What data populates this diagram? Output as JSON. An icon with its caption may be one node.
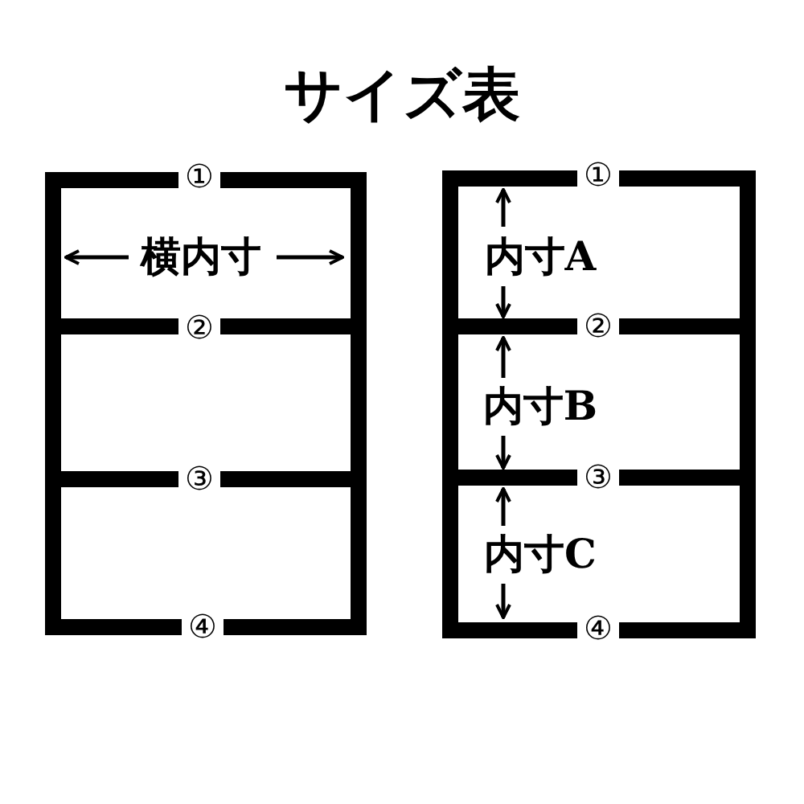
{
  "diagram": {
    "title": "サイズ表",
    "labels": [
      "①",
      "①",
      "横内寸",
      "内寸A",
      "②",
      "②",
      "内寸B",
      "③",
      "③",
      "内寸C",
      "④",
      "④"
    ]
  }
}
